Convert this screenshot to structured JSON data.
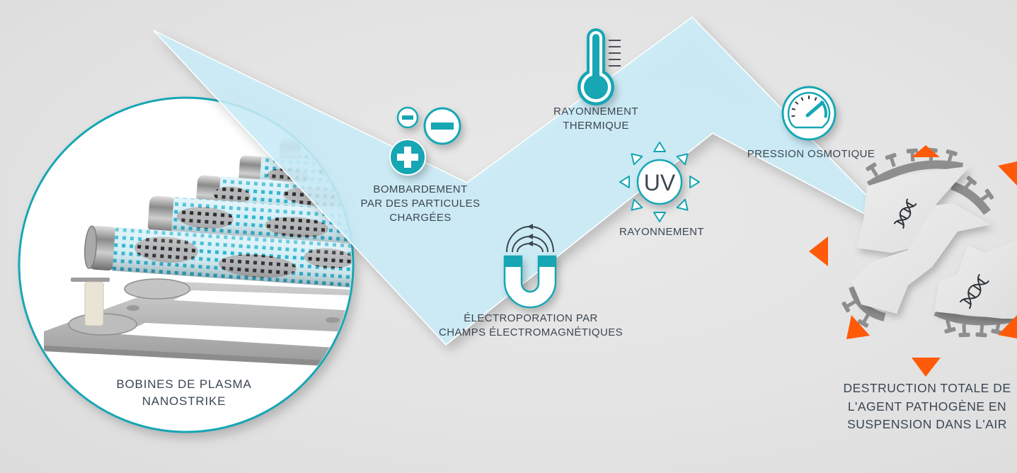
{
  "diagram": {
    "source": {
      "icon": "plasma-coils-image",
      "label_lines": [
        "BOBINES DE PLASMA",
        "NANOSTRIKE"
      ]
    },
    "mechanisms": [
      {
        "id": "charged-particles",
        "icon": "charged-particles-icon",
        "label_lines": [
          "BOMBARDEMENT",
          "PAR DES PARTICULES",
          "CHARGÉES"
        ]
      },
      {
        "id": "thermal-radiation",
        "icon": "thermometer-icon",
        "label_lines": [
          "RAYONNEMENT",
          "THERMIQUE"
        ]
      },
      {
        "id": "uv-radiation",
        "icon": "uv-sun-icon",
        "icon_text": "UV",
        "label_lines": [
          "RAYONNEMENT"
        ]
      },
      {
        "id": "electroporation",
        "icon": "magnet-icon",
        "label_lines": [
          "ÉLECTROPORATION PAR",
          "CHAMPS ÉLECTROMAGNÉTIQUES"
        ]
      },
      {
        "id": "osmotic-pressure",
        "icon": "pressure-gauge-icon",
        "label_lines": [
          "PRESSION OSMOTIQUE"
        ]
      }
    ],
    "result": {
      "icon": "destroyed-virus-icon",
      "label_lines": [
        "DESTRUCTION TOTALE DE",
        "L'AGENT PATHOGÈNE EN",
        "SUSPENSION DANS L'AIR"
      ]
    }
  },
  "colors": {
    "teal": "#17a6b4",
    "band": "#cdebf5",
    "orange": "#ff5a0a",
    "text": "#3b4652",
    "background": "#e4e4e4"
  }
}
